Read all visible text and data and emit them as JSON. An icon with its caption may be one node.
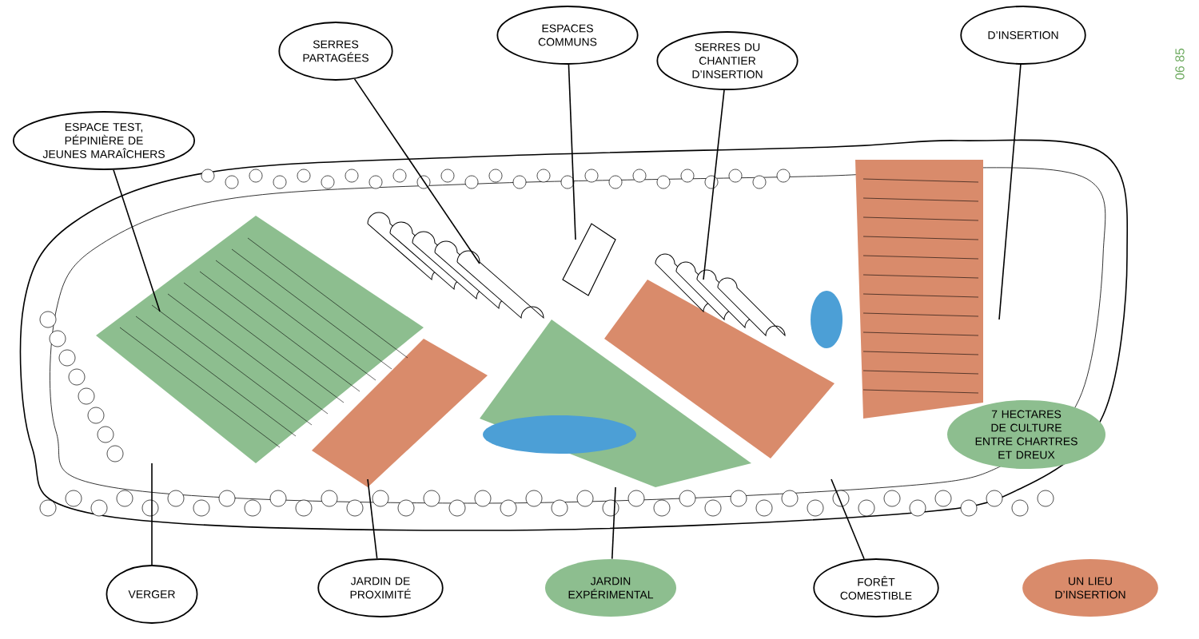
{
  "diagram": {
    "nodes": [
      {
        "text": [
          "SERRES PARTAGÉES"
        ]
      },
      {
        "text": [
          "ESPACES COMMUNS"
        ]
      },
      {
        "text": [
          "SERRES DU CHANTIER D’INSERTION"
        ]
      },
      {
        "text": [
          "D’INSERTION"
        ]
      },
      {
        "text": [
          "ESPACE TEST, PÉPINIÈRE DE JEUNES MARAÎCHERS"
        ]
      },
      {
        "text": [
          "7 HECTARES DE CULTURE ENTRE CHARTRES ET DREUX"
        ]
      },
      {
        "text": [
          "VERGER"
        ]
      },
      {
        "text": [
          "JARDIN DE PROXIMITÉ"
        ]
      },
      {
        "text": [
          "JARDIN EXPÉRIMENTAL"
        ]
      },
      {
        "text": [
          "FORÊT COMESTIBLE"
        ]
      },
      {
        "text": [
          "UN LIEU D’INSERTION"
        ]
      }
    ],
    "edges": [
      {
        "from": 0,
        "to": null,
        "arrow": "none"
      },
      {
        "from": 1,
        "to": null,
        "arrow": "none"
      },
      {
        "from": 2,
        "to": null,
        "arrow": "none"
      },
      {
        "from": 3,
        "to": null,
        "arrow": "none"
      },
      {
        "from": 4,
        "to": null,
        "arrow": "none"
      },
      {
        "from": 6,
        "to": null,
        "arrow": "none"
      },
      {
        "from": 7,
        "to": null,
        "arrow": "none"
      },
      {
        "from": 8,
        "to": null,
        "arrow": "none"
      },
      {
        "from": 9,
        "to": null,
        "arrow": "none"
      }
    ],
    "labels": [
      "06 85"
    ]
  }
}
